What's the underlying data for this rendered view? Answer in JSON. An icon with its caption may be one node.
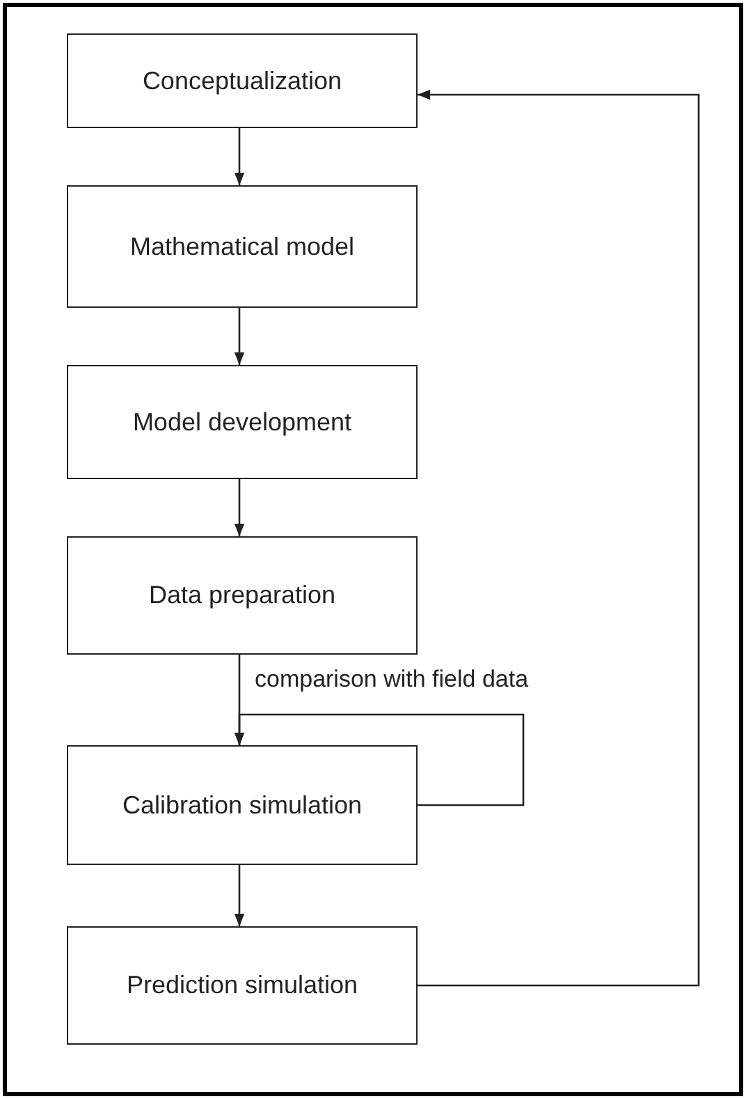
{
  "diagram": {
    "nodes": [
      {
        "text": [
          "Conceptualization"
        ]
      },
      {
        "text": [
          "Mathematical model"
        ]
      },
      {
        "text": [
          "Model development"
        ]
      },
      {
        "text": [
          "Data preparation"
        ]
      },
      {
        "text": [
          "Calibration simulation"
        ]
      },
      {
        "text": [
          "Prediction simulation"
        ]
      }
    ],
    "edges": [
      {
        "from": 0,
        "to": 1,
        "arrow": "to"
      },
      {
        "from": 1,
        "to": 2,
        "arrow": "to"
      },
      {
        "from": 2,
        "to": 3,
        "arrow": "to"
      },
      {
        "from": 3,
        "to": 4,
        "arrow": "to"
      },
      {
        "from": 4,
        "to": 4,
        "arrow": "to",
        "label": "comparison with field data"
      },
      {
        "from": 4,
        "to": 5,
        "arrow": "to"
      },
      {
        "from": 5,
        "to": 0,
        "arrow": "to"
      }
    ]
  }
}
